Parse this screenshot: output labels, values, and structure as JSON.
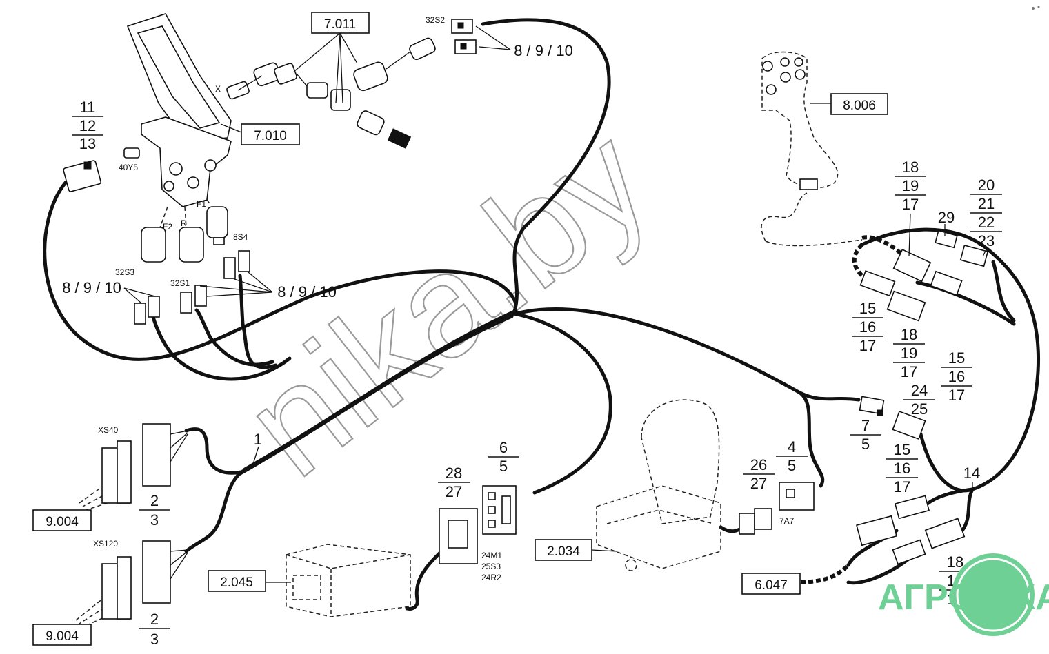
{
  "refs": {
    "r7011": "7.011",
    "r7010": "7.010",
    "r8006": "8.006",
    "r9004a": "9.004",
    "r9004b": "9.004",
    "r2045": "2.045",
    "r2034": "2.034",
    "r6047": "6.047"
  },
  "labels": {
    "l32S2": "32S2",
    "l40Y5": "40Y5",
    "lX": "X",
    "lF2": "F2",
    "lR": "R",
    "lF1": "F1",
    "l8S4": "8S4",
    "l32S3": "32S3",
    "l32S1": "32S1",
    "lXS40": "XS40",
    "lXS120": "XS120",
    "l7A7": "7A7",
    "l24M1": "24M1",
    "l25S3": "25S3",
    "l24R2": "24R2"
  },
  "items": {
    "i8910a": "8 / 9 / 10",
    "i8910b": "8 / 9 / 10",
    "i8910c": "8 / 9 / 10",
    "i1": "1",
    "i29": "29",
    "i14": "14"
  },
  "fractions": {
    "f111213": [
      "11",
      "12",
      "13"
    ],
    "f181917a": [
      "18",
      "19",
      "17"
    ],
    "f20212223": [
      "20",
      "21",
      "22",
      "23"
    ],
    "f151617a": [
      "15",
      "16",
      "17"
    ],
    "f181917b": [
      "18",
      "19",
      "17"
    ],
    "f151617b": [
      "15",
      "16",
      "17"
    ],
    "f2425": [
      "24",
      "25"
    ],
    "f75": [
      "7",
      "5"
    ],
    "f45": [
      "4",
      "5"
    ],
    "f2627": [
      "26",
      "27"
    ],
    "f65": [
      "6",
      "5"
    ],
    "f2827": [
      "28",
      "27"
    ],
    "f23a": [
      "2",
      "3"
    ],
    "f23b": [
      "2",
      "3"
    ],
    "f151617c": [
      "15",
      "16",
      "17"
    ],
    "f181917c": [
      "18",
      "19",
      "17"
    ]
  },
  "watermark": "nika.by",
  "logo": "АГРО-НКА",
  "colors": {
    "ink": "#111111",
    "watermark": "#9a9a9a",
    "logo": "#6fd096"
  }
}
